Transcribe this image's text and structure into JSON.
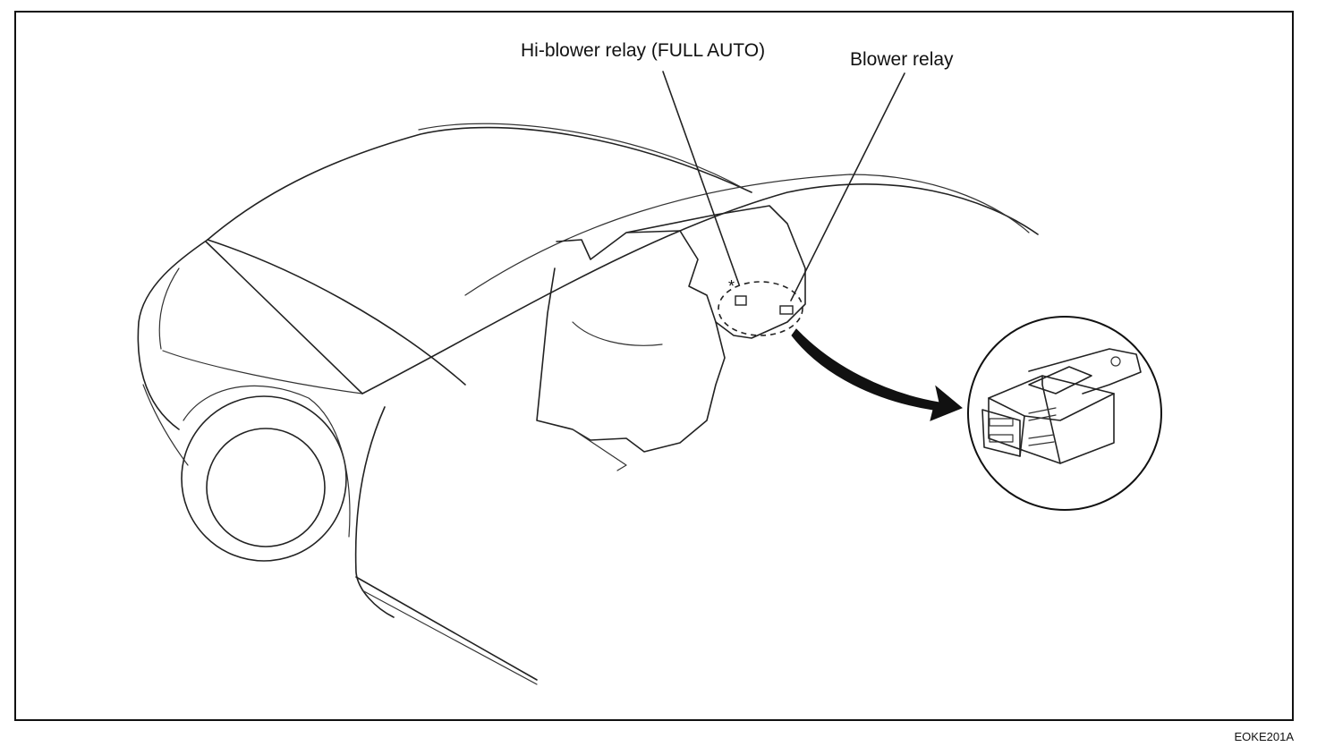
{
  "labels": {
    "hi_blower_relay": "Hi-blower relay (FULL AUTO)",
    "blower_relay": "Blower relay"
  },
  "figure_code": "EOKE201A",
  "colors": {
    "line": "#222222",
    "background": "#ffffff"
  }
}
